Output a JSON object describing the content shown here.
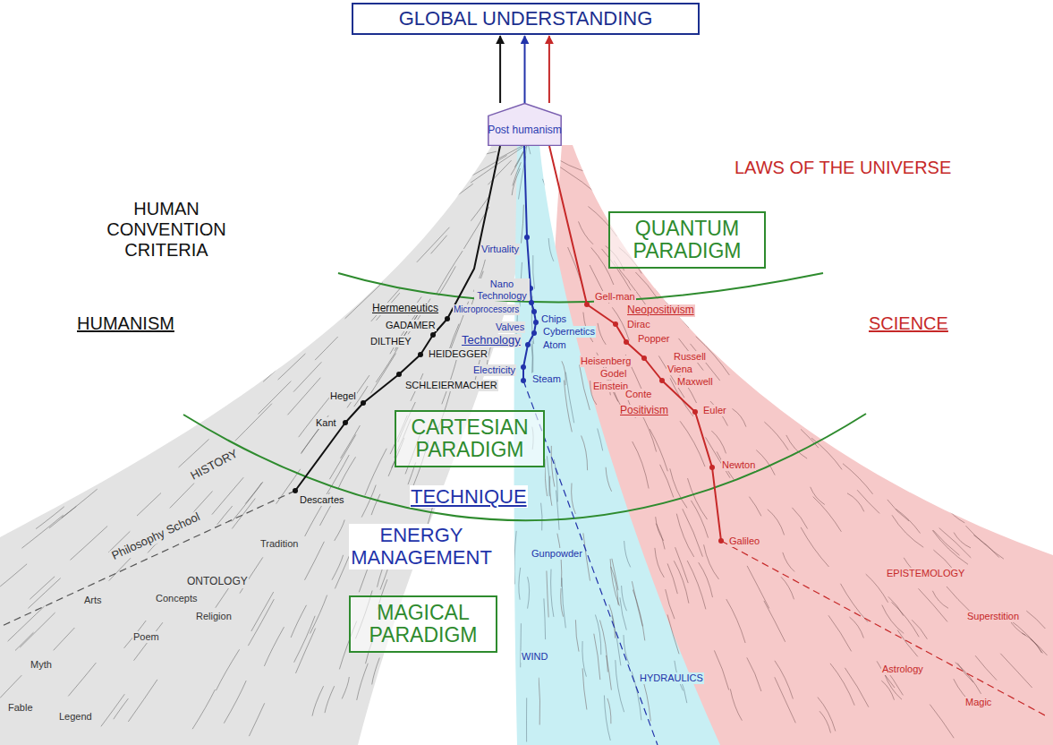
{
  "diagram": {
    "nodes": [
      {
        "text": [
          "GLOBAL UNDERSTANDING"
        ]
      },
      {
        "text": [
          "Post humanism"
        ]
      },
      {
        "text": [
          "QUANTUM PARADIGM"
        ]
      },
      {
        "text": [
          "CARTESIAN PARADIGM"
        ]
      },
      {
        "text": [
          "MAGICAL PARADIGM"
        ]
      }
    ],
    "edges": [
      {
        "from": 1,
        "to": 0,
        "arrow": "to"
      },
      {
        "from": 1,
        "to": 0,
        "arrow": "to"
      },
      {
        "from": 1,
        "to": 0,
        "arrow": "to"
      }
    ],
    "labels": [
      "HUMAN CONVENTION CRITERIA",
      "HUMANISM",
      "LAWS OF THE UNIVERSE",
      "SCIENCE",
      "TECHNIQUE",
      "ENERGY MANAGEMENT",
      "Hermeneutics",
      "GADAMER",
      "DILTHEY",
      "HEIDEGGER",
      "SCHLEIERMACHER",
      "Hegel",
      "Kant",
      "Descartes",
      "HISTORY",
      "Philosophy School",
      "Tradition",
      "ONTOLOGY",
      "Concepts",
      "Religion",
      "Arts",
      "Poem",
      "Myth",
      "Fable",
      "Legend",
      "Virtuality",
      "Nano Technology",
      "Microprocessors",
      "Chips",
      "Valves",
      "Cybernetics",
      "Technology",
      "Atom",
      "Electricity",
      "Steam",
      "Gunpowder",
      "WIND",
      "HYDRAULICS",
      "Gell-man",
      "Neopositivism",
      "Dirac",
      "Popper",
      "Heisenberg",
      "Russell",
      "Godel",
      "Viena",
      "Einstein",
      "Maxwell",
      "Conte",
      "Positivism",
      "Euler",
      "Newton",
      "Galileo",
      "EPISTEMOLOGY",
      "Superstition",
      "Astrology",
      "Magic"
    ]
  }
}
